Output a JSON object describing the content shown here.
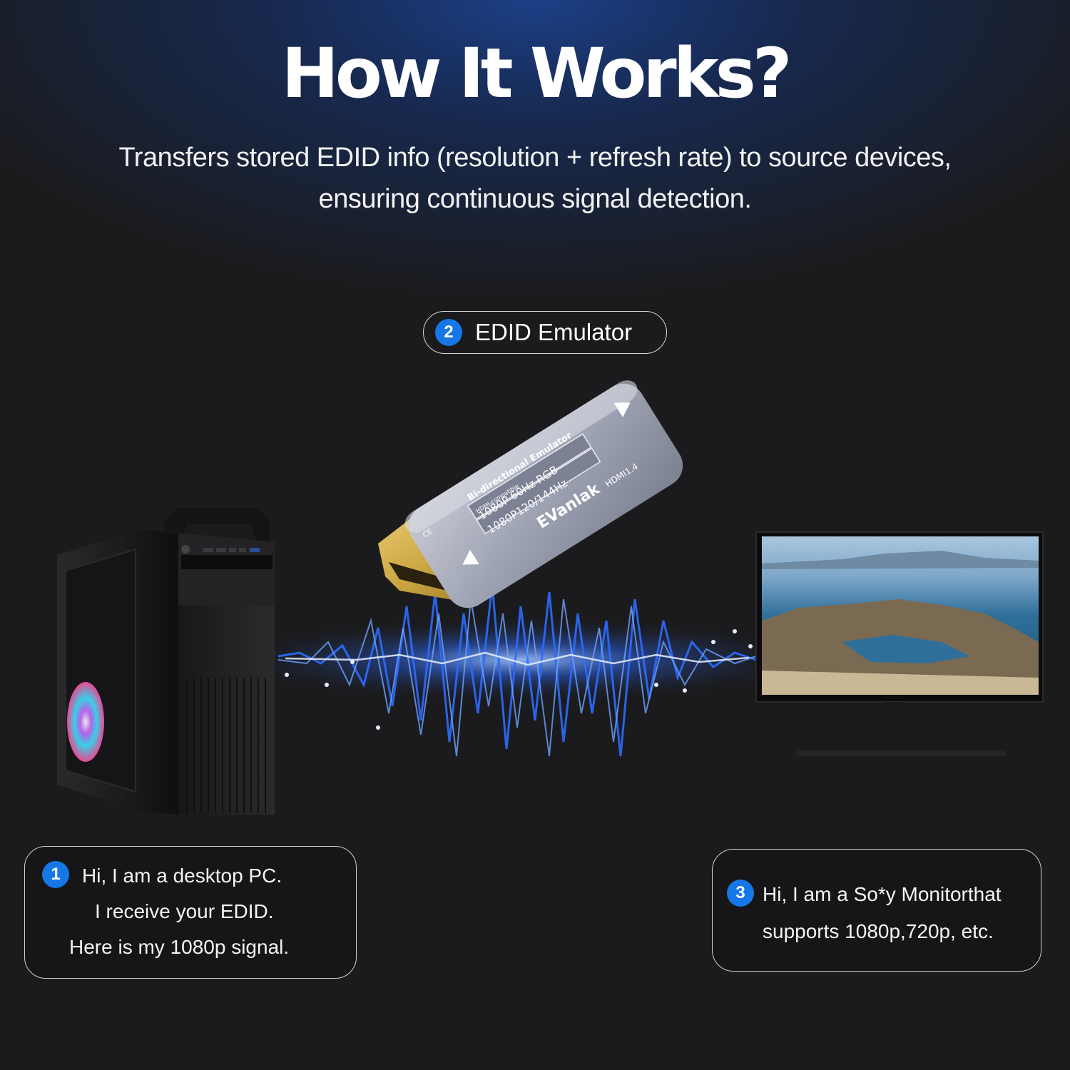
{
  "header": {
    "title": "How It Works?",
    "subtitle_line1": "Transfers stored EDID info (resolution + refresh rate) to source devices,",
    "subtitle_line2": "ensuring continuous signal detection."
  },
  "emulator_pill": {
    "number": "2",
    "label": "EDID Emulator"
  },
  "emulator_device": {
    "label_line1": "Bi-directional Emulator",
    "label_line2": "HDMI-compatible",
    "label_line3": "1080P 60Hz RGB",
    "label_line4": "1080P120/144Hz",
    "brand": "EVanlak",
    "version": "HDMI1.4",
    "ce_mark": "CE"
  },
  "pc_card": {
    "number": "1",
    "line1": "Hi, I am a desktop PC.",
    "line2": "I receive your EDID.",
    "line3": "Here is my 1080p signal."
  },
  "monitor_card": {
    "number": "3",
    "line1": "Hi, I am a So*y Monitorthat",
    "line2": "supports 1080p,720p, etc."
  },
  "colors": {
    "accent_blue": "#1677e6",
    "background": "#1b1b1d",
    "wave_blue": "#3a7bff",
    "connector_gold": "#c9a441"
  },
  "icons": [
    "desktop-pc-illustration",
    "monitor-illustration",
    "hdmi-emulator-illustration",
    "signal-wave-illustration"
  ]
}
